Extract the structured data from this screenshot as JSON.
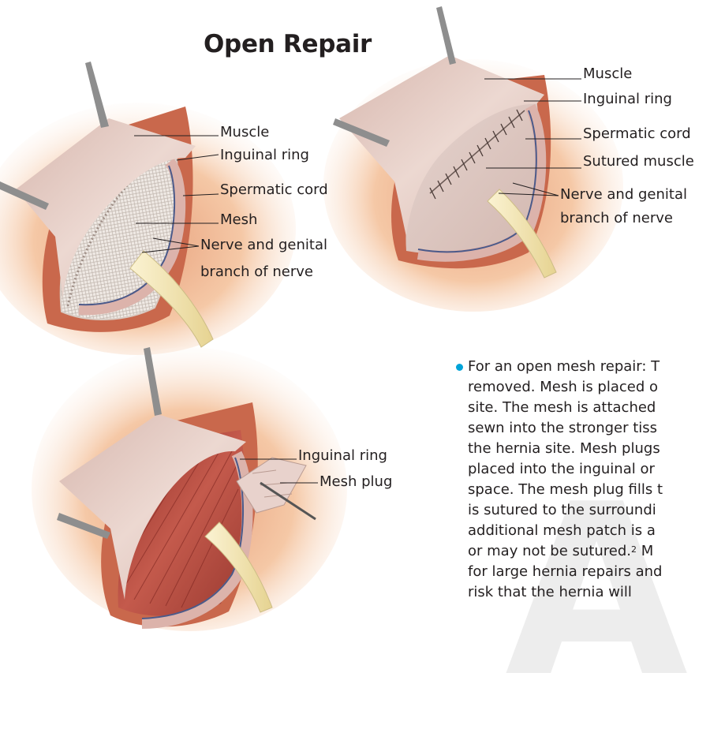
{
  "title": "Open Repair",
  "panel1": {
    "labels": {
      "muscle": "Muscle",
      "inguinal_ring": "Inguinal ring",
      "spermatic_cord": "Spermatic cord",
      "mesh": "Mesh",
      "nerve_line1": "Nerve and genital",
      "nerve_line2": "branch of nerve"
    }
  },
  "panel2": {
    "labels": {
      "muscle": "Muscle",
      "inguinal_ring": "Inguinal ring",
      "spermatic_cord": "Spermatic cord",
      "sutured_muscle": "Sutured muscle",
      "nerve_line1": "Nerve and genital",
      "nerve_line2": "branch of nerve"
    }
  },
  "panel3": {
    "labels": {
      "inguinal_ring": "Inguinal ring",
      "mesh_plug": "Mesh plug"
    }
  },
  "description": {
    "lines": [
      "For an open mesh repair: T",
      "removed. Mesh is placed o",
      "site. The mesh is attached",
      "sewn into the stronger tiss",
      "the hernia site. Mesh plugs",
      "placed into the inguinal or",
      "space. The mesh plug fills t",
      "is sutured to the surroundi",
      "additional mesh patch is a",
      "or may not be sutured.",
      "for large hernia repairs and",
      "risk that the hernia will"
    ],
    "line10_suffix": " M",
    "footnote": "2"
  },
  "watermark": "A",
  "colors": {
    "skin_outer": "#f3c9a8",
    "skin_edge": "#c9684c",
    "flap": "#e8d2cc",
    "muscle_red": "#b0463c",
    "mesh": "#ece6e1",
    "retractor": "#f3e6b4",
    "nerve": "#4b5a8a",
    "bullet": "#00a3d8"
  }
}
